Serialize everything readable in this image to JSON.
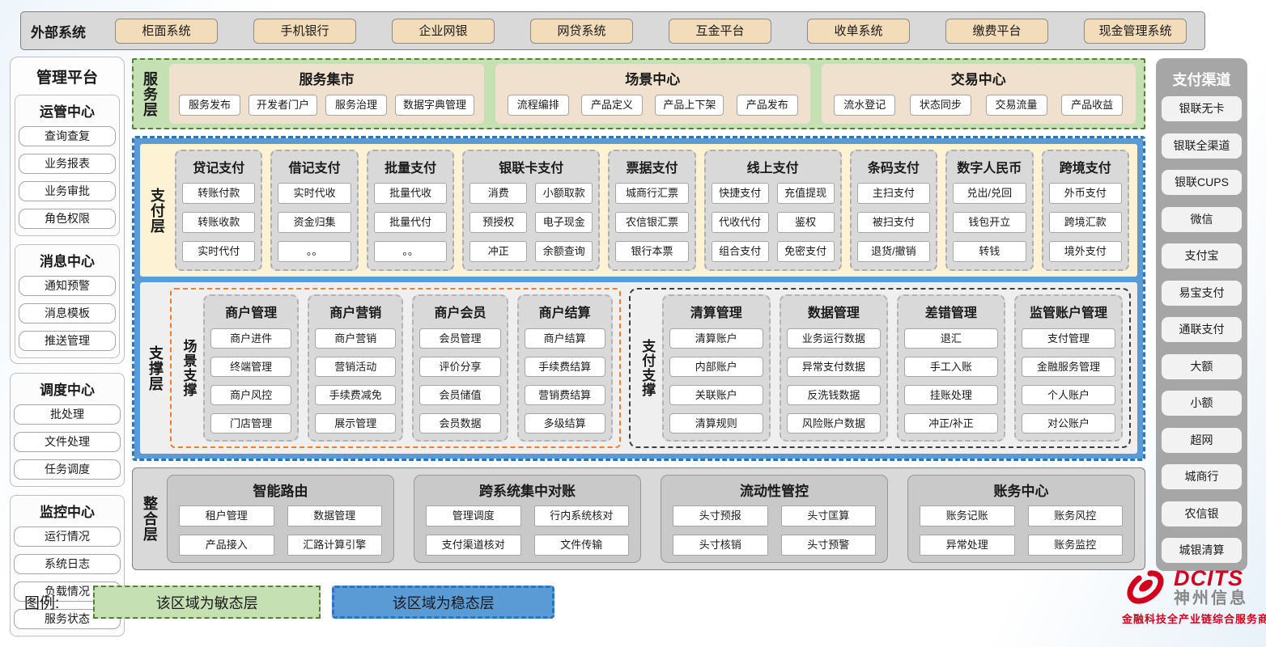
{
  "external_systems": {
    "label": "外部系统",
    "items": [
      "柜面系统",
      "手机银行",
      "企业网银",
      "网贷系统",
      "互金平台",
      "收单系统",
      "缴费平台",
      "现金管理系统"
    ]
  },
  "management_platform": {
    "title": "管理平台",
    "primary_groups": [
      {
        "title": "运管中心",
        "items": [
          "查询查复",
          "业务报表",
          "业务审批",
          "角色权限"
        ]
      },
      {
        "title": "消息中心",
        "items": [
          "通知预警",
          "消息模板",
          "推送管理"
        ]
      }
    ],
    "standalone_groups": [
      {
        "title": "调度中心",
        "items": [
          "批处理",
          "文件处理",
          "任务调度"
        ]
      },
      {
        "title": "监控中心",
        "items": [
          "运行情况",
          "系统日志",
          "负载情况",
          "服务状态"
        ]
      }
    ]
  },
  "service_layer": {
    "label": "服务层",
    "groups": [
      {
        "title": "服务集市",
        "items": [
          "服务发布",
          "开发者门户",
          "服务治理",
          "数据字典管理"
        ]
      },
      {
        "title": "场景中心",
        "items": [
          "流程编排",
          "产品定义",
          "产品上下架",
          "产品发布"
        ]
      },
      {
        "title": "交易中心",
        "items": [
          "流水登记",
          "状态同步",
          "交易流量",
          "产品收益"
        ]
      }
    ]
  },
  "payment_layer": {
    "label": "支付层",
    "columns": [
      {
        "title": "贷记支付",
        "items": [
          "转账付款",
          "转账收款",
          "实时代付"
        ]
      },
      {
        "title": "借记支付",
        "items": [
          "实时代收",
          "资金归集",
          "。。"
        ]
      },
      {
        "title": "批量支付",
        "items": [
          "批量代收",
          "批量代付",
          "。。"
        ]
      },
      {
        "title": "银联卡支付",
        "items": [
          "消费",
          "小额取款",
          "预授权",
          "电子现金",
          "冲正",
          "余额查询"
        ]
      },
      {
        "title": "票据支付",
        "items": [
          "城商行汇票",
          "农信银汇票",
          "银行本票"
        ]
      },
      {
        "title": "线上支付",
        "items": [
          "快捷支付",
          "充值提现",
          "代收代付",
          "鉴权",
          "组合支付",
          "免密支付"
        ]
      },
      {
        "title": "条码支付",
        "items": [
          "主扫支付",
          "被扫支付",
          "退货/撤销"
        ]
      },
      {
        "title": "数字人民币",
        "items": [
          "兑出/兑回",
          "钱包开立",
          "转钱"
        ]
      },
      {
        "title": "跨境支付",
        "items": [
          "外币支付",
          "跨境汇款",
          "境外支付"
        ]
      }
    ]
  },
  "support_layer": {
    "label": "支撑层",
    "sections": [
      {
        "label": "场景支撑",
        "columns": [
          {
            "title": "商户管理",
            "items": [
              "商户进件",
              "终端管理",
              "商户风控",
              "门店管理"
            ]
          },
          {
            "title": "商户营销",
            "items": [
              "商户营销",
              "营销活动",
              "手续费减免",
              "展示管理"
            ]
          },
          {
            "title": "商户会员",
            "items": [
              "会员管理",
              "评价分享",
              "会员储值",
              "会员数据"
            ]
          },
          {
            "title": "商户结算",
            "items": [
              "商户结算",
              "手续费结算",
              "营销费结算",
              "多级结算"
            ]
          }
        ]
      },
      {
        "label": "支付支撑",
        "columns": [
          {
            "title": "清算管理",
            "items": [
              "清算账户",
              "内部账户",
              "关联账户",
              "清算规则"
            ]
          },
          {
            "title": "数据管理",
            "items": [
              "业务运行数据",
              "异常支付数据",
              "反洗钱数据",
              "风险账户数据"
            ]
          },
          {
            "title": "差错管理",
            "items": [
              "退汇",
              "手工入账",
              "挂账处理",
              "冲正/补正"
            ]
          },
          {
            "title": "监管账户管理",
            "items": [
              "支付管理",
              "金融服务管理",
              "个人账户",
              "对公账户"
            ]
          }
        ]
      }
    ]
  },
  "integration_layer": {
    "label": "整合层",
    "groups": [
      {
        "title": "智能路由",
        "items": [
          "租户管理",
          "数据管理",
          "产品接入",
          "汇路计算引擎"
        ]
      },
      {
        "title": "跨系统集中对账",
        "items": [
          "管理调度",
          "行内系统核对",
          "支付渠道核对",
          "文件传输"
        ]
      },
      {
        "title": "流动性管控",
        "items": [
          "头寸预报",
          "头寸匡算",
          "头寸核销",
          "头寸预警"
        ]
      },
      {
        "title": "账务中心",
        "items": [
          "账务记账",
          "账务风控",
          "异常处理",
          "账务监控"
        ]
      }
    ]
  },
  "payment_channels": {
    "title": "支付渠道",
    "items": [
      "银联无卡",
      "银联全渠道",
      "银联CUPS",
      "微信",
      "支付宝",
      "易宝支付",
      "通联支付",
      "大额",
      "小额",
      "超网",
      "城商行",
      "农信银",
      "城银清算"
    ]
  },
  "legend": {
    "label": "图例:",
    "items": [
      {
        "text": "该区域为敏态层",
        "type": "agile"
      },
      {
        "text": "该区域为稳态层",
        "type": "stable"
      }
    ]
  },
  "logo": {
    "brand": "DCITS",
    "company": "神州信息",
    "tagline": "金融科技全产业链综合服务商"
  },
  "colors": {
    "agile_green": "#c5e0b3",
    "agile_green_border": "#538135",
    "stable_blue": "#5b9bd5",
    "stable_blue_border": "#2e75b6",
    "payment_cream": "#fdf2d4",
    "scene_orange_border": "#ed7d31",
    "external_tan": "#f3dcba",
    "panel_gray": "#d9d9d9",
    "channel_gray": "#a6a6a6",
    "brand_red": "#d0001e"
  }
}
